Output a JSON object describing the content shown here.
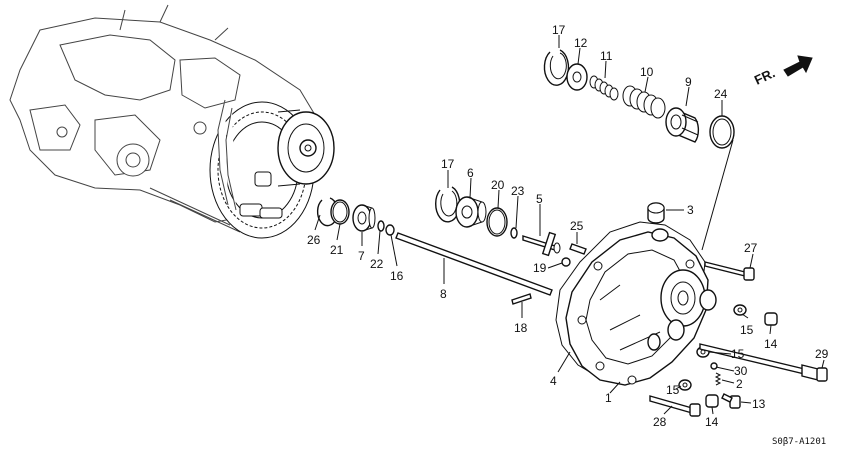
{
  "direction_label": "FR.",
  "drawing_code": "S0β7-A1201",
  "callouts": [
    {
      "id": "p17a",
      "text": "17"
    },
    {
      "id": "p12",
      "text": "12"
    },
    {
      "id": "p11",
      "text": "11"
    },
    {
      "id": "p10",
      "text": "10"
    },
    {
      "id": "p9",
      "text": "9"
    },
    {
      "id": "p24",
      "text": "24"
    },
    {
      "id": "p3",
      "text": "3"
    },
    {
      "id": "p17b",
      "text": "17"
    },
    {
      "id": "p6",
      "text": "6"
    },
    {
      "id": "p20",
      "text": "20"
    },
    {
      "id": "p23",
      "text": "23"
    },
    {
      "id": "p5",
      "text": "5"
    },
    {
      "id": "p25",
      "text": "25"
    },
    {
      "id": "p27",
      "text": "27"
    },
    {
      "id": "p26",
      "text": "26"
    },
    {
      "id": "p21",
      "text": "21"
    },
    {
      "id": "p7",
      "text": "7"
    },
    {
      "id": "p22",
      "text": "22"
    },
    {
      "id": "p16",
      "text": "16"
    },
    {
      "id": "p8",
      "text": "8"
    },
    {
      "id": "p19",
      "text": "19"
    },
    {
      "id": "p18",
      "text": "18"
    },
    {
      "id": "p15a",
      "text": "15"
    },
    {
      "id": "p14a",
      "text": "14"
    },
    {
      "id": "p15b",
      "text": "15"
    },
    {
      "id": "p30",
      "text": "30"
    },
    {
      "id": "p2",
      "text": "2"
    },
    {
      "id": "p29",
      "text": "29"
    },
    {
      "id": "p4",
      "text": "4"
    },
    {
      "id": "p1",
      "text": "1"
    },
    {
      "id": "p15c",
      "text": "15"
    },
    {
      "id": "p13",
      "text": "13"
    },
    {
      "id": "p28",
      "text": "28"
    },
    {
      "id": "p14b",
      "text": "14"
    }
  ]
}
